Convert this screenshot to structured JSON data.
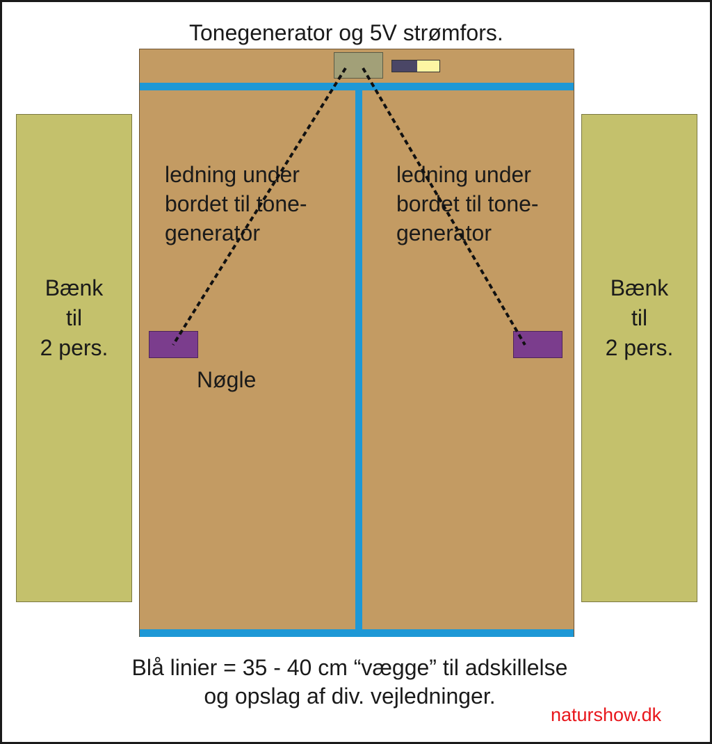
{
  "title": "Tonegenerator og 5V strømfors.",
  "benches": {
    "left": [
      "Bænk",
      "til",
      "2 pers."
    ],
    "right": [
      "Bænk",
      "til",
      "2 pers."
    ]
  },
  "wire_labels": {
    "left": [
      "ledning under",
      "bordet til tone-",
      "generator"
    ],
    "right": [
      "ledning under",
      "bordet til tone-",
      "generator"
    ]
  },
  "key_label": "Nøgle",
  "footer": [
    "Blå linier = 35 - 40 cm “vægge” til adskillelse",
    "og opslag af div. vejledninger."
  ],
  "credit": "naturshow.dk",
  "colors": {
    "table": "#c39b63",
    "wall": "#1e98d6",
    "bench": "#c4c16c",
    "key": "#7b3d8d",
    "generator": "#a2a078",
    "credit": "#e8161b"
  }
}
